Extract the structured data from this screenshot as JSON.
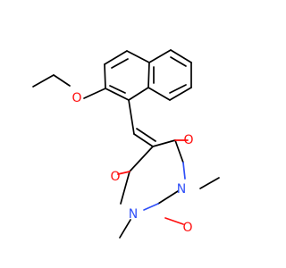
{
  "molecule": {
    "atoms": {
      "o_ether": {
        "symbol": "O",
        "color": "#ff0d0d"
      },
      "o_top": {
        "symbol": "O",
        "color": "#ff0d0d"
      },
      "o_left": {
        "symbol": "O",
        "color": "#ff0d0d"
      },
      "o_bottom": {
        "symbol": "O",
        "color": "#ff0d0d"
      },
      "n_right": {
        "symbol": "N",
        "color": "#3050f8"
      },
      "n_left": {
        "symbol": "N",
        "color": "#3050f8"
      }
    },
    "colors": {
      "carbon_bond": "#000000",
      "oxygen": "#ff0d0d",
      "nitrogen": "#3050f8"
    }
  }
}
